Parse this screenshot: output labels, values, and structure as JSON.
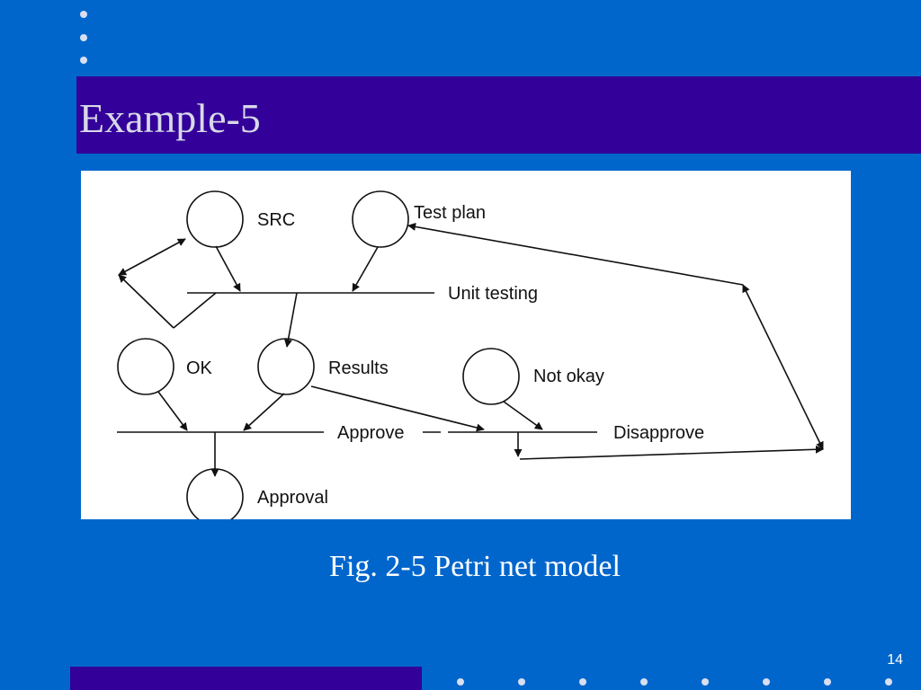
{
  "slide": {
    "title": "Example-5",
    "caption": "Fig. 2-5 Petri net model",
    "page_number": "14"
  },
  "diagram": {
    "places": {
      "src": "SRC",
      "test_plan": "Test plan",
      "ok": "OK",
      "results": "Results",
      "not_okay": "Not okay",
      "approval": "Approval"
    },
    "transitions": {
      "unit_testing": "Unit testing",
      "approve": "Approve",
      "disapprove": "Disapprove"
    }
  },
  "colors": {
    "background": "#0066cc",
    "band": "#330099",
    "title_text": "#d8d8e8",
    "panel": "#ffffff"
  }
}
